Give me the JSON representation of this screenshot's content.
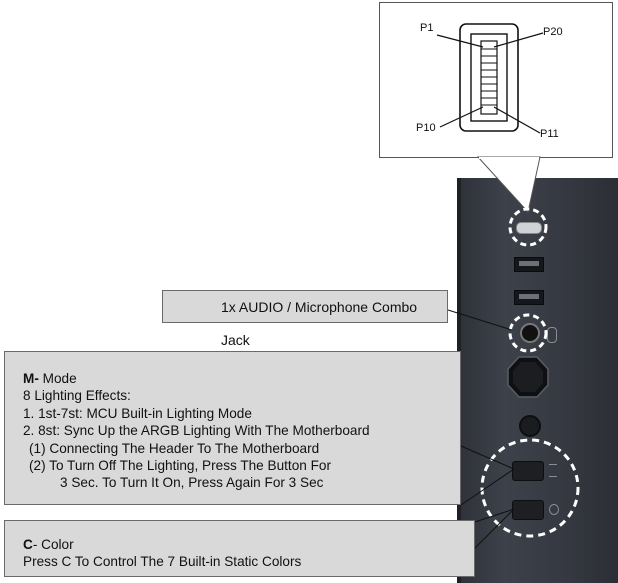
{
  "zoom": {
    "pins": {
      "p1": "P1",
      "p20": "P20",
      "p10": "P10",
      "p11": "P11"
    }
  },
  "audio_callout": {
    "text": "1x AUDIO / Microphone Combo Jack"
  },
  "mode_callout": {
    "key": "M-",
    "title": " Mode",
    "lines": [
      "8 Lighting Effects:",
      "1. 1st-7st: MCU Built-in Lighting Mode",
      "2. 8st: Sync Up the ARGB Lighting With The Motherboard",
      "(1) Connecting The Header To The Motherboard",
      "(2) To Turn Off The Lighting, Press The Button For",
      "3 Sec. To Turn It On, Press Again For 3 Sec"
    ]
  },
  "color_callout": {
    "key": "C",
    "title": "- Color",
    "line": "Press C To Control The 7 Built-in Static Colors"
  },
  "colors": {
    "panel": "#363941",
    "callout_bg": "#d9d9d9",
    "highlight_dash": "#ffffff"
  }
}
